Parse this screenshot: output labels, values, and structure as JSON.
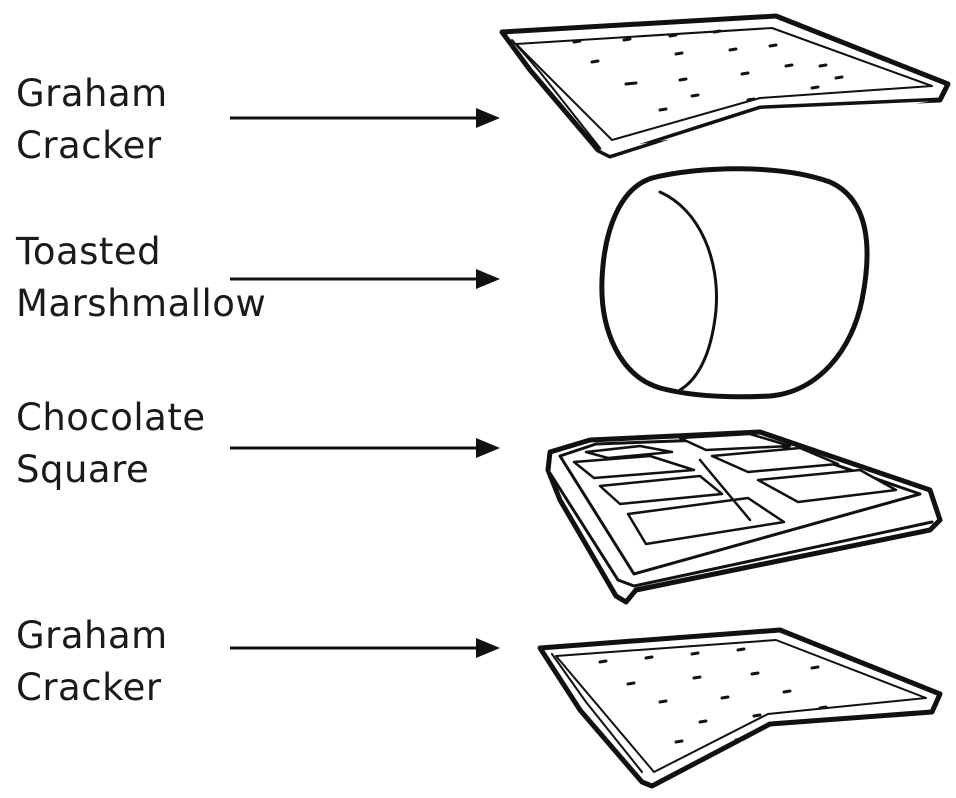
{
  "layers": [
    {
      "id": "top-cracker",
      "lines": [
        "Graham",
        "Cracker"
      ],
      "icon": "graham-cracker-icon"
    },
    {
      "id": "marshmallow",
      "lines": [
        "Toasted",
        "Marshmallow"
      ],
      "icon": "marshmallow-icon"
    },
    {
      "id": "chocolate",
      "lines": [
        "Chocolate",
        "Square"
      ],
      "icon": "chocolate-bar-icon"
    },
    {
      "id": "bottom-cracker",
      "lines": [
        "Graham",
        "Cracker"
      ],
      "icon": "graham-cracker-icon"
    }
  ],
  "colors": {
    "ink": "#111111",
    "background": "#ffffff"
  }
}
